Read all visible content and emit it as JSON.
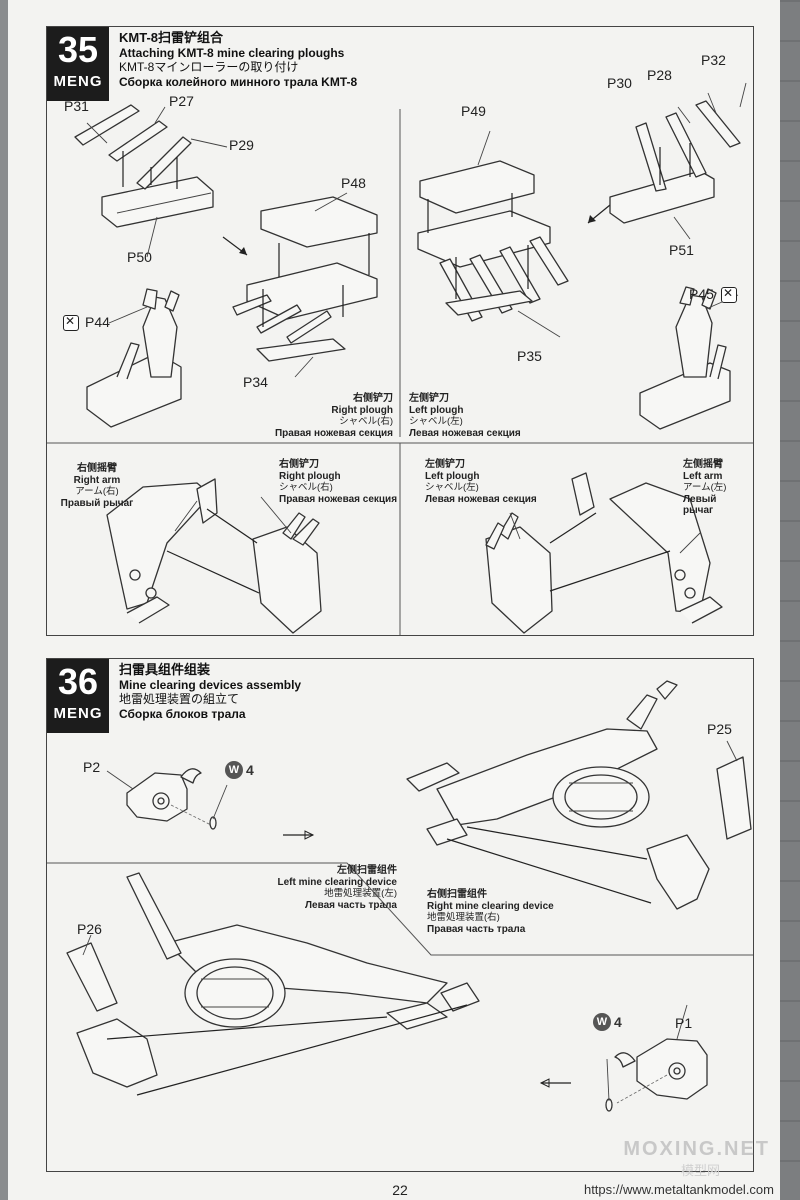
{
  "step35": {
    "number": "35",
    "brand": "MENG",
    "title_zh": "KMT-8扫雷铲组合",
    "title_en": "Attaching KMT-8 mine clearing ploughs",
    "title_ja": "KMT-8マインローラーの取り付け",
    "title_ru": "Сборка колейного минного трала KMT-8",
    "parts": [
      "P31",
      "P27",
      "P29",
      "P50",
      "P48",
      "P44",
      "P34",
      "P49",
      "P30",
      "P28",
      "P32",
      "P51",
      "P45",
      "P35"
    ],
    "right_plough": [
      "右侧铲刀",
      "Right plough",
      "シャベル(右)",
      "Правая ножевая секция"
    ],
    "left_plough": [
      "左侧铲刀",
      "Left plough",
      "シャベル(左)",
      "Левая ножевая секция"
    ],
    "right_arm": [
      "右侧摇臂",
      "Right arm",
      "アーム(右)",
      "Правый рычаг"
    ],
    "left_arm": [
      "左侧摇臂",
      "Left arm",
      "アーム(左)",
      "Левый рычаг"
    ]
  },
  "step36": {
    "number": "36",
    "brand": "MENG",
    "title_zh": "扫雷具组件组装",
    "title_en": "Mine clearing devices assembly",
    "title_ja": "地雷処理装置の組立て",
    "title_ru": "Сборка блоков трала",
    "parts": [
      "P2",
      "P25",
      "P26",
      "P1"
    ],
    "glue": {
      "badge": "W",
      "count": "4"
    },
    "left_device": [
      "左侧扫雷组件",
      "Left mine clearing device",
      "地雷処理装置(左)",
      "Левая часть трала"
    ],
    "right_device": [
      "右侧扫雷组件",
      "Right mine clearing device",
      "地雷処理装置(右)",
      "Правая часть трала"
    ]
  },
  "footer": {
    "page_number": "22",
    "url": "https://www.metaltankmodel.com",
    "watermark": "MOXING.NET",
    "watermark_sub": "模型网"
  }
}
